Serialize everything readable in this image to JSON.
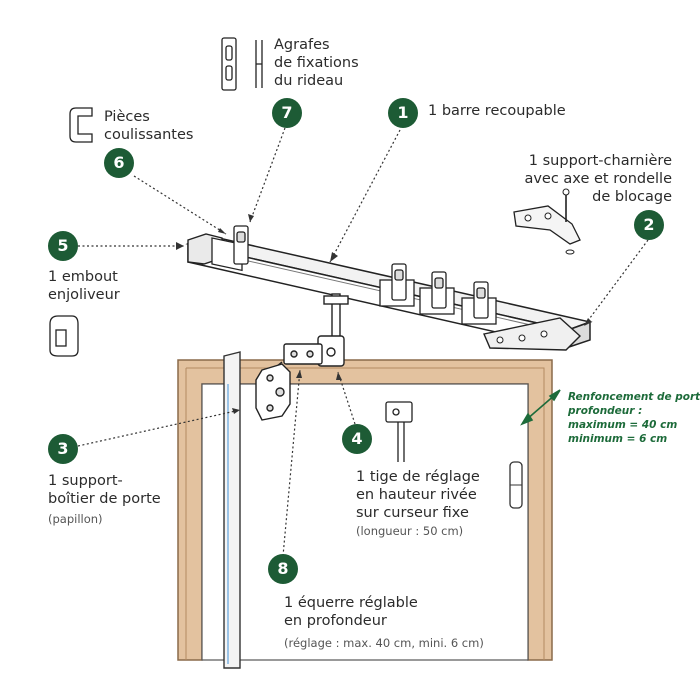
{
  "callouts": {
    "c1": {
      "number": "1",
      "line1": "1 barre recoupable"
    },
    "c2": {
      "number": "2",
      "line1": "1 support-charnière",
      "line2": "avec axe et rondelle",
      "line3": "de blocage"
    },
    "c3": {
      "number": "3",
      "line1": "1 support-",
      "line2": "boîtier de porte",
      "note": "(papillon)"
    },
    "c4": {
      "number": "4",
      "line1": "1 tige de réglage",
      "line2": "en hauteur rivée",
      "line3": "sur curseur fixe",
      "note": "(longueur : 50 cm)"
    },
    "c5": {
      "number": "5",
      "line1": "1 embout",
      "line2": "enjoliveur"
    },
    "c6": {
      "number": "6",
      "line1": "Pièces",
      "line2": "coulissantes"
    },
    "c7": {
      "number": "7",
      "line1": "Agrafes",
      "line2": "de fixations",
      "line3": "du rideau"
    },
    "c8": {
      "number": "8",
      "line1": "1 équerre réglable",
      "line2": "en profondeur",
      "note": "(réglage : max. 40 cm, mini. 6 cm)"
    }
  },
  "recess": {
    "line1": "Renfoncement de porte",
    "line2": "profondeur :",
    "line3": "maximum = 40 cm",
    "line4": "minimum = 6 cm"
  },
  "colors": {
    "badge": "#1d5b35",
    "frame_wood": "#d9b48f",
    "line": "#3a3a3a",
    "note_green": "#1d6b3a"
  }
}
